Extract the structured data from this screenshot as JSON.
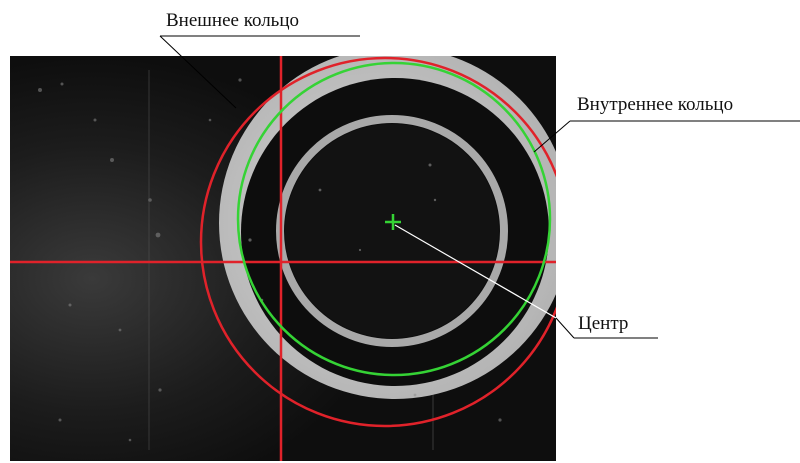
{
  "labels": {
    "outer_ring": "Внешнее кольцо",
    "inner_ring": "Внутреннее кольцо",
    "center": "Центр"
  },
  "colors": {
    "background": "#ffffff",
    "photo_dark": "#0e0e0e",
    "ring_light": "#c9c9c9",
    "inner_ring_light": "#a9a9a9",
    "red_overlay": "#e0222a",
    "green_overlay": "#35d335",
    "leader_line": "#000000",
    "center_to_label_line": "#ffffff"
  },
  "icons": {
    "center_marker": "plus-crosshair-icon"
  }
}
